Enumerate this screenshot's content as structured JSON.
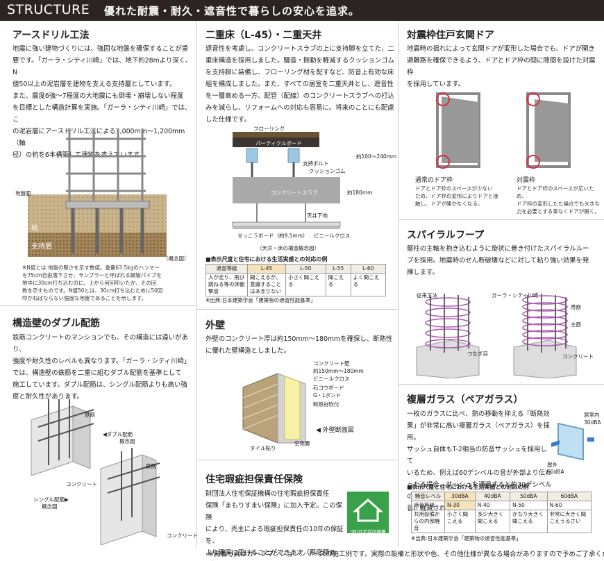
{
  "header": {
    "logo": "STRUCTURE",
    "tagline": "優れた耐震・耐久・遮音性で暮らしの安心を追求。"
  },
  "earth_drill": {
    "title": "アースドリル工法",
    "body": [
      "地震に強い建物づくりには、強固な地盤を確保することが重",
      "要です。「ガーラ・シティ川崎」では、地下約28mより深く、N",
      "値50以上の泥岩層を建物を支える支持層としています。",
      "また、震度6強～7程度の大地震にも倒壊・崩壊しない程度",
      "を目標とした構造計算を実施。「ガーラ・シティ川崎」では、こ",
      "の泥岩層にアースドリル工法による1,000mm～1,200mm（軸",
      "径）の杭を6本構築して建物を支えています。"
    ],
    "labels": {
      "ground": "地盤面",
      "pile": "杭",
      "layer": "支持層",
      "caption": "（概念図）"
    },
    "note": [
      "※N値とは:地盤の堅さを示す数値。重量63.5kgのハンマー",
      "を75cm自由落下させ、サンプラーと呼ばれる鋼管パイプを",
      "地中に30cm打ち込むのに、上から何回叩いたか、その回",
      "数を示すものです。N値50とは、30cm打ち込むために50回",
      "叩かねばならない強固な地盤であることを示します。"
    ]
  },
  "double_floor": {
    "title": "二重床（L-45）・二重天井",
    "body": [
      "遮音性を考慮し、コンクリートスラブの上に支持脚を立てた、二",
      "重床構造を採用しました。騒音・振動を軽減するクッションゴム",
      "を支持脚に装備し、フローリング材を配すなど、防音上有効な床",
      "組を構成しました。また、すべての居室を二重天井とし、遮音性",
      "を一層高める一方、配管（配線）のコンクリートスラブへの打込",
      "みを減らし、リフォームへの対応も容易に。将来のことにも配慮",
      "した仕様です。"
    ],
    "labels": {
      "flooring": "フローリング",
      "board": "パーティクルボード",
      "bolt": "支持ボルト",
      "rubber": "クッションゴム",
      "slab": "コンクリートスラブ",
      "ceiling": "天井下地",
      "gypsum": "せっこうボード（約9.5mm）",
      "cloth": "ビニールクロス",
      "dim1": "約100～240mm",
      "dim2": "約180mm",
      "caption": "（天井・床の構造概念図）"
    },
    "table_title": "■表示尺度と住宅における生活実感との対応の例",
    "table_head": [
      "遮音等級",
      "L-45",
      "L-50",
      "L-55",
      "L-60"
    ],
    "table_row": [
      "人が走り、飛び跳ねる等の床衝撃音",
      "聞こえるが、意識することはあまりない",
      "小さく聞こえる",
      "聞こえる",
      "よく聞こえる"
    ],
    "source": "※出典:日本建築学会「建築物の遮音性能基準」"
  },
  "door": {
    "title": "対震枠住戸玄関ドア",
    "body": [
      "地震時の揺れによって玄関ドアが変形した場合でも、ドアが開き",
      "避難路を確保できるよう、ドアとドア枠の間に隙間を設けた対震枠",
      "を採用しています。"
    ],
    "normal_label": "通常のドア枠",
    "normal_desc": [
      "ドアとドア枠のスペースが少ない",
      "ため、ドア枠の変形によりドアと接",
      "触し、ドアが開かなくなる。"
    ],
    "quake_label": "対震枠",
    "quake_desc": [
      "ドアとドア枠のスペースが広いため、",
      "ドア枠の変形したた場合でも大きな",
      "力を必要とする事なくドアが開く。"
    ]
  },
  "spiral": {
    "title": "スパイラルフープ",
    "body": [
      "躯柱の主軸を抱き込むように旋状に巻き付けたスパイラルルー",
      "プを採用。地震時のせん断破壊などに対して粘り強い効果を発",
      "揮します。"
    ],
    "labels": {
      "conventional": "従来工法",
      "gala": "ガーラ・シティ川崎",
      "stirrup": "帯筋",
      "main": "主筋",
      "joint": "つなぎ目",
      "concrete": "コンクリート"
    }
  },
  "double_rebar": {
    "title": "構造壁のダブル配筋",
    "body": [
      "鉄筋コンクリートのマンションでも、その構造には違いがあり、",
      "強度や耐久性のレベルも異なります。「ガーラ・シティ川崎」",
      "では、構造壁の鉄筋を二重に組むダブル配筋を基準として",
      "施工しています。ダブル配筋は、シングル配筋よりも高い強",
      "度と耐久性があります。"
    ],
    "labels": {
      "rebar1": "鉄筋",
      "double": "◀ダブル配筋",
      "double2": "概念図",
      "concrete1": "コンクリート",
      "rebar2": "鉄筋",
      "single": "シングル配筋▶",
      "single2": "概念図",
      "concrete2": "コンクリート"
    }
  },
  "outer_wall": {
    "title": "外壁",
    "body": [
      "外壁のコンクリート厚は約150mm～180mmを確保し、断熱性",
      "に優れた壁構造としました。"
    ],
    "labels": {
      "wall": "コンクリート壁",
      "wall2": "約150mm～180mm",
      "cloth": "ビニールクロス",
      "gypsum": "石コウボード",
      "bond": "G・Lボンド",
      "insul": "断熱材吹付",
      "section": "◀ 外壁断面図",
      "air": "空気層",
      "tile": "タイル貼り"
    }
  },
  "warranty": {
    "title": "住宅瑕疵担保責任保険",
    "body": [
      "財団法人住宅保証機構の住宅瑕疵担保責任",
      "保険「まもりすまい保険」に加入予定。この保険",
      "により、売主による瑕疵担保責任の10年の保証を、",
      "より確実に受けることができます（限度額あり）。"
    ],
    "logo_text": "(財)住宅保証機構",
    "color": "#3aa14a"
  },
  "glass": {
    "title": "複層ガラス（ペアガラス）",
    "body": [
      "一枚のガラスに比べ、熱の移動を抑える「断熱効",
      "果」が非常に高い複層ガラス（ペアガラス）を採用。",
      "サッシュ自体もT-2相当の防音サッシュを採用して",
      "いるため、例えば60デシベルの音が外部より伝わ",
      "ったる場合、サッシュを通過すると約30デシベルの",
      "音に軽減されます。"
    ],
    "labels": {
      "inside": "居室内",
      "inside_db": "30dBA",
      "outside": "屋外",
      "outside_db": "60dBA"
    },
    "table_title": "■表示尺度と住宅における生活実感との対応の例",
    "table_rows": [
      [
        "騒音レベル",
        "30dBA",
        "40dBA",
        "50dBA",
        "60dBA"
      ],
      [
        "遮音等級",
        "N-30",
        "N-40",
        "N-50",
        "N-60"
      ],
      [
        "共用設備からの内部騒音",
        "小さく聞こえる",
        "多少大きく聞こえる",
        "かなり大きく聞こえる",
        "非常に大きく聞こえうるさい"
      ]
    ],
    "source": "※出典:日本建築学会「建築物の遮音性能基準」"
  },
  "footer": "※掲載写真はガーラマンションシリーズの施工例です。実際の設備と形状や色、その他仕様が異なる場合がありますので予めご了承ください。"
}
